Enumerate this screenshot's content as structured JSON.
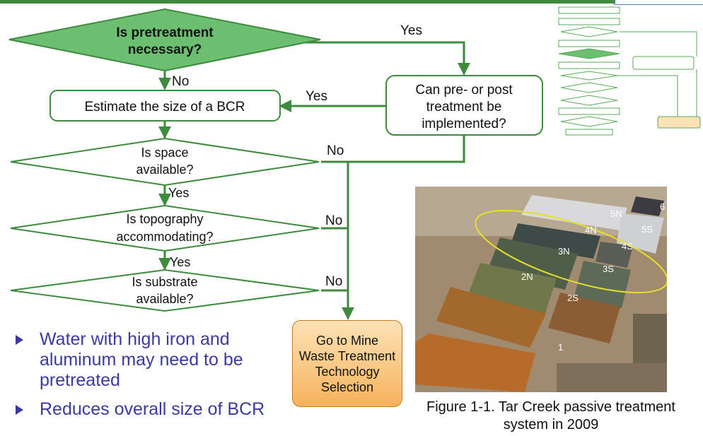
{
  "flowchart": {
    "decision_pretreatment": [
      "Is pretreatment",
      "necessary?"
    ],
    "decision_pre_post": [
      "Can pre- or post",
      "treatment be",
      "implemented?"
    ],
    "process_estimate": "Estimate the size of a BCR",
    "decision_space": [
      "Is space",
      "available?"
    ],
    "decision_topography": [
      "Is topography",
      "accommodating?"
    ],
    "decision_substrate": [
      "Is substrate",
      "available?"
    ],
    "go_to": "Go to Mine Waste Treatment Technology Selection",
    "labels": {
      "yes_top": "Yes",
      "no_pretreat": "No",
      "yes_to_estimate": "Yes",
      "no_pre_post": "No",
      "yes_space": "Yes",
      "no_topography": "No",
      "yes_topography": "Yes",
      "no_substrate": "No"
    }
  },
  "bullets": [
    "Water with high iron and aluminum may need to be pretreated",
    "Reduces overall size of BCR"
  ],
  "photo": {
    "cell_labels": [
      "5N",
      "6",
      "4N",
      "5S",
      "4S",
      "3N",
      "3S",
      "2N",
      "2S",
      "1"
    ]
  },
  "caption": "Figure 1-1. Tar Creek passive treatment system in 2009",
  "colors": {
    "green": "#3e8a3e",
    "diamond_fill": "#6cbf70",
    "bullet_text": "#3b3aa0",
    "orange": "#f6b25c"
  }
}
